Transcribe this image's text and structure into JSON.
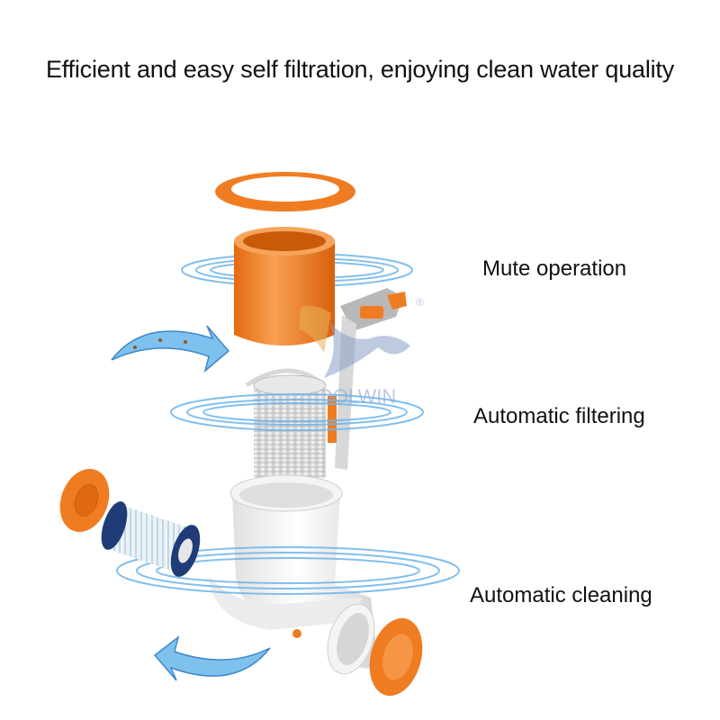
{
  "headline": "Efficient and easy self filtration, enjoying clean water quality",
  "features": [
    {
      "label": "Mute operation"
    },
    {
      "label": "Automatic filtering"
    },
    {
      "label": "Automatic cleaning"
    }
  ],
  "watermark": {
    "text": "POOLWIN",
    "registered": "®"
  },
  "colors": {
    "accent_orange": "#f07c22",
    "filter_blue": "#1f3c78",
    "water_blue": "#4aa0e0",
    "body_white": "#f2f2f2"
  },
  "icons": [
    "arrow-water-icon",
    "arrow-water-icon",
    "swirl-water-icon"
  ]
}
